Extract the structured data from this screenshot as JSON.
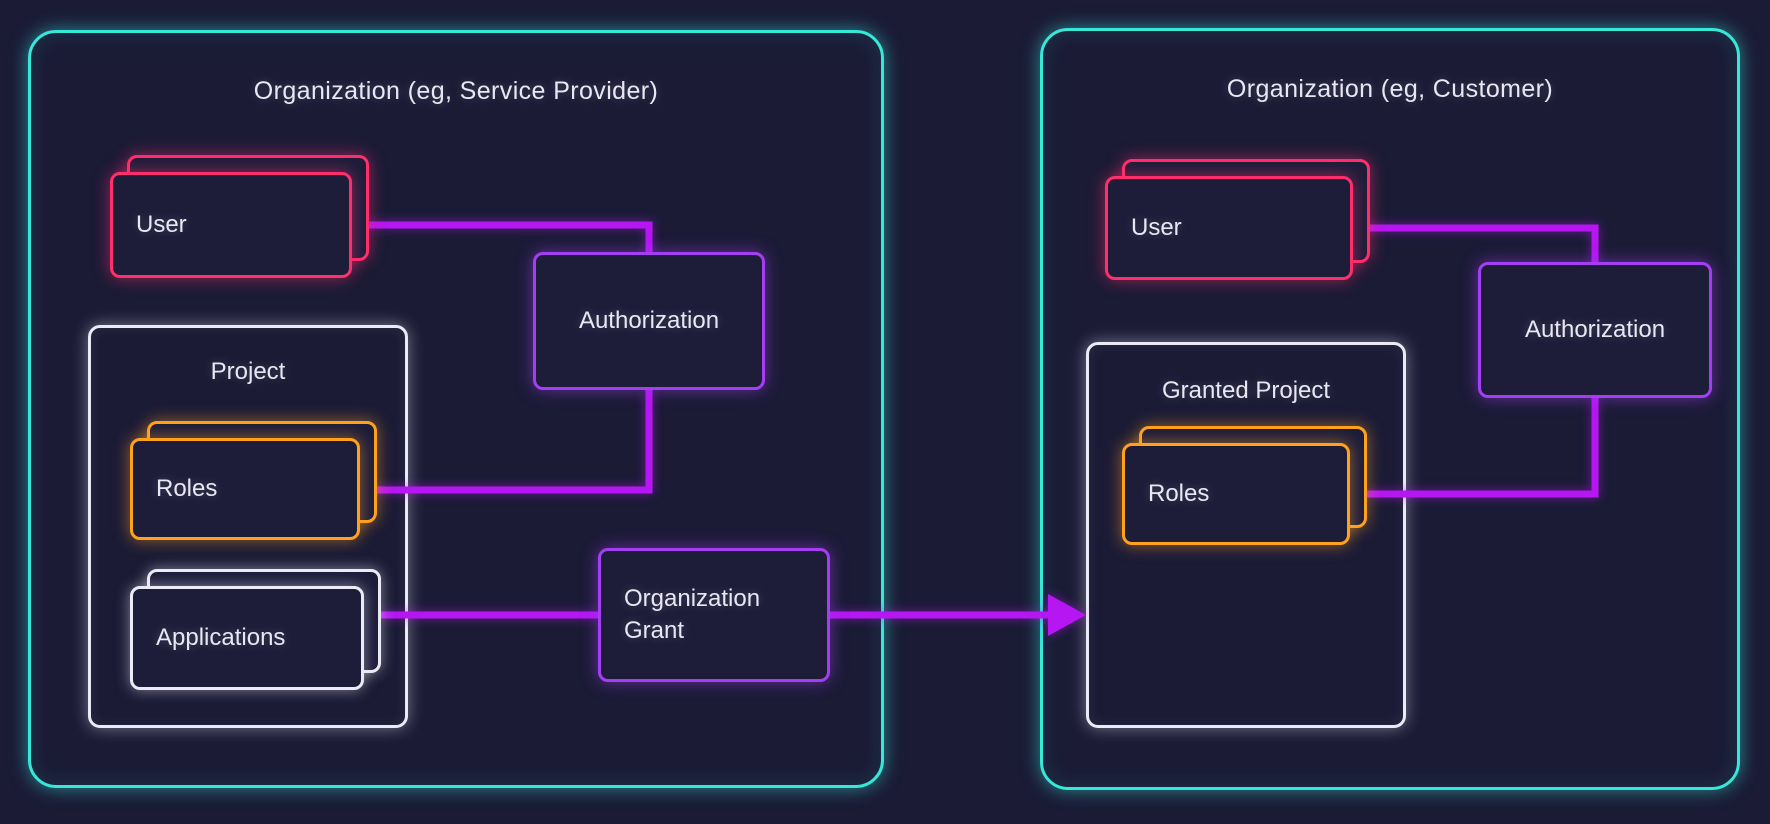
{
  "colors": {
    "background": "#1b1b36",
    "text": "#e9e7f3",
    "org_border": "#35e8d8",
    "user_border": "#ff2e6c",
    "authorization_border": "#a43ef2",
    "container_border": "#eceaf6",
    "roles_border": "#ffa11f",
    "connector": "#b516f2"
  },
  "service_provider_org": {
    "title": "Organization (eg, Service Provider)",
    "user_label": "User",
    "authorization_label": "Authorization",
    "project": {
      "title": "Project",
      "roles_label": "Roles",
      "applications_label": "Applications"
    },
    "organization_grant_label": "Organization Grant"
  },
  "customer_org": {
    "title": "Organization (eg, Customer)",
    "user_label": "User",
    "authorization_label": "Authorization",
    "granted_project": {
      "title": "Granted Project",
      "roles_label": "Roles"
    }
  }
}
